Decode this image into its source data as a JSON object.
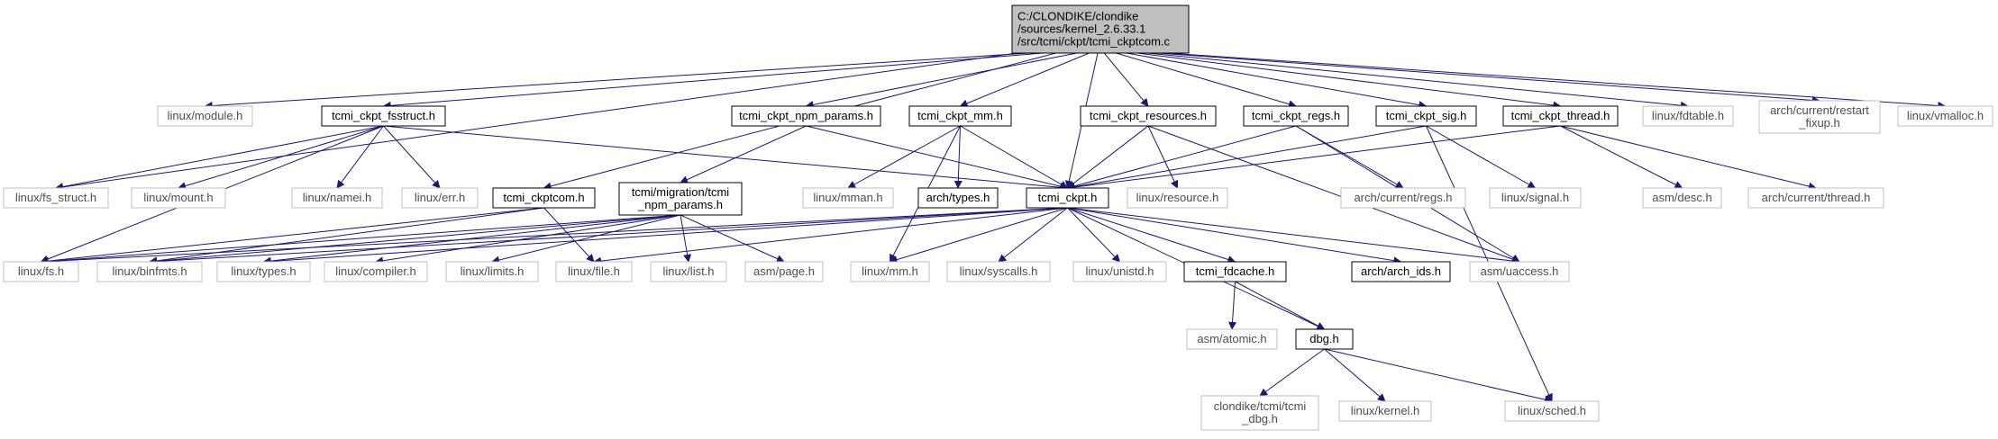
{
  "colors": {
    "edge": "#191970",
    "root_fill": "#bfbfbf",
    "documented_border": "#000000",
    "undocumented_border": "#bfbfbf",
    "text": "#000000",
    "undocumented_text": "#4d4d4d"
  },
  "nodes": [
    {
      "id": "root",
      "lines": [
        "C:/CLONDIKE/clondike",
        "/sources/kernel_2.6.33.1",
        "/src/tcmi/ckpt/tcmi_ckptcom.c"
      ],
      "kind": "root"
    },
    {
      "id": "linux_module",
      "lines": [
        "linux/module.h"
      ],
      "kind": "undocumented"
    },
    {
      "id": "tcmi_ckpt_fsstruct",
      "lines": [
        "tcmi_ckpt_fsstruct.h"
      ],
      "kind": "documented"
    },
    {
      "id": "tcmi_ckpt_npm_params",
      "lines": [
        "tcmi_ckpt_npm_params.h"
      ],
      "kind": "documented"
    },
    {
      "id": "tcmi_ckpt_mm",
      "lines": [
        "tcmi_ckpt_mm.h"
      ],
      "kind": "documented"
    },
    {
      "id": "tcmi_ckpt_resources",
      "lines": [
        "tcmi_ckpt_resources.h"
      ],
      "kind": "documented"
    },
    {
      "id": "tcmi_ckpt_regs",
      "lines": [
        "tcmi_ckpt_regs.h"
      ],
      "kind": "documented"
    },
    {
      "id": "tcmi_ckpt_sig",
      "lines": [
        "tcmi_ckpt_sig.h"
      ],
      "kind": "documented"
    },
    {
      "id": "tcmi_ckpt_thread",
      "lines": [
        "tcmi_ckpt_thread.h"
      ],
      "kind": "documented"
    },
    {
      "id": "linux_fdtable",
      "lines": [
        "linux/fdtable.h"
      ],
      "kind": "undocumented"
    },
    {
      "id": "arch_restart_fixup",
      "lines": [
        "arch/current/restart",
        "_fixup.h"
      ],
      "kind": "undocumented"
    },
    {
      "id": "linux_vmalloc",
      "lines": [
        "linux/vmalloc.h"
      ],
      "kind": "undocumented"
    },
    {
      "id": "linux_fs_struct",
      "lines": [
        "linux/fs_struct.h"
      ],
      "kind": "undocumented"
    },
    {
      "id": "linux_mount",
      "lines": [
        "linux/mount.h"
      ],
      "kind": "undocumented"
    },
    {
      "id": "linux_namei",
      "lines": [
        "linux/namei.h"
      ],
      "kind": "undocumented"
    },
    {
      "id": "linux_err",
      "lines": [
        "linux/err.h"
      ],
      "kind": "undocumented"
    },
    {
      "id": "tcmi_ckptcom_h",
      "lines": [
        "tcmi_ckptcom.h"
      ],
      "kind": "documented"
    },
    {
      "id": "tcmi_migration_npm",
      "lines": [
        "tcmi/migration/tcmi",
        "_npm_params.h"
      ],
      "kind": "documented"
    },
    {
      "id": "linux_mman",
      "lines": [
        "linux/mman.h"
      ],
      "kind": "undocumented"
    },
    {
      "id": "arch_types",
      "lines": [
        "arch/types.h"
      ],
      "kind": "documented"
    },
    {
      "id": "tcmi_ckpt",
      "lines": [
        "tcmi_ckpt.h"
      ],
      "kind": "documented"
    },
    {
      "id": "linux_resource",
      "lines": [
        "linux/resource.h"
      ],
      "kind": "undocumented"
    },
    {
      "id": "arch_regs",
      "lines": [
        "arch/current/regs.h"
      ],
      "kind": "undocumented"
    },
    {
      "id": "linux_signal",
      "lines": [
        "linux/signal.h"
      ],
      "kind": "undocumented"
    },
    {
      "id": "asm_desc",
      "lines": [
        "asm/desc.h"
      ],
      "kind": "undocumented"
    },
    {
      "id": "arch_thread",
      "lines": [
        "arch/current/thread.h"
      ],
      "kind": "undocumented"
    },
    {
      "id": "linux_fs",
      "lines": [
        "linux/fs.h"
      ],
      "kind": "undocumented"
    },
    {
      "id": "linux_binfmts",
      "lines": [
        "linux/binfmts.h"
      ],
      "kind": "undocumented"
    },
    {
      "id": "linux_types",
      "lines": [
        "linux/types.h"
      ],
      "kind": "undocumented"
    },
    {
      "id": "linux_compiler",
      "lines": [
        "linux/compiler.h"
      ],
      "kind": "undocumented"
    },
    {
      "id": "linux_limits",
      "lines": [
        "linux/limits.h"
      ],
      "kind": "undocumented"
    },
    {
      "id": "linux_file",
      "lines": [
        "linux/file.h"
      ],
      "kind": "undocumented"
    },
    {
      "id": "linux_list",
      "lines": [
        "linux/list.h"
      ],
      "kind": "undocumented"
    },
    {
      "id": "asm_page",
      "lines": [
        "asm/page.h"
      ],
      "kind": "undocumented"
    },
    {
      "id": "linux_mm",
      "lines": [
        "linux/mm.h"
      ],
      "kind": "undocumented"
    },
    {
      "id": "linux_syscalls",
      "lines": [
        "linux/syscalls.h"
      ],
      "kind": "undocumented"
    },
    {
      "id": "linux_unistd",
      "lines": [
        "linux/unistd.h"
      ],
      "kind": "undocumented"
    },
    {
      "id": "tcmi_fdcache",
      "lines": [
        "tcmi_fdcache.h"
      ],
      "kind": "documented"
    },
    {
      "id": "arch_ids",
      "lines": [
        "arch/arch_ids.h"
      ],
      "kind": "documented"
    },
    {
      "id": "asm_uaccess",
      "lines": [
        "asm/uaccess.h"
      ],
      "kind": "undocumented"
    },
    {
      "id": "asm_atomic",
      "lines": [
        "asm/atomic.h"
      ],
      "kind": "undocumented"
    },
    {
      "id": "dbg",
      "lines": [
        "dbg.h"
      ],
      "kind": "documented"
    },
    {
      "id": "clondike_dbg",
      "lines": [
        "clondike/tcmi/tcmi",
        "_dbg.h"
      ],
      "kind": "undocumented"
    },
    {
      "id": "linux_kernel",
      "lines": [
        "linux/kernel.h"
      ],
      "kind": "undocumented"
    },
    {
      "id": "linux_sched",
      "lines": [
        "linux/sched.h"
      ],
      "kind": "undocumented"
    }
  ],
  "edges": [
    [
      "root",
      "linux_module"
    ],
    [
      "root",
      "tcmi_ckpt_fsstruct"
    ],
    [
      "root",
      "tcmi_ckpt_npm_params"
    ],
    [
      "root",
      "tcmi_ckpt_mm"
    ],
    [
      "root",
      "tcmi_ckpt_resources"
    ],
    [
      "root",
      "tcmi_ckpt_regs"
    ],
    [
      "root",
      "tcmi_ckpt_sig"
    ],
    [
      "root",
      "tcmi_ckpt_thread"
    ],
    [
      "root",
      "linux_fdtable"
    ],
    [
      "root",
      "arch_restart_fixup"
    ],
    [
      "root",
      "linux_vmalloc"
    ],
    [
      "root",
      "linux_fs_struct"
    ],
    [
      "root",
      "tcmi_ckptcom_h"
    ],
    [
      "root",
      "tcmi_ckpt"
    ],
    [
      "tcmi_ckpt_fsstruct",
      "linux_fs_struct"
    ],
    [
      "tcmi_ckpt_fsstruct",
      "linux_mount"
    ],
    [
      "tcmi_ckpt_fsstruct",
      "linux_namei"
    ],
    [
      "tcmi_ckpt_fsstruct",
      "linux_err"
    ],
    [
      "tcmi_ckpt_fsstruct",
      "linux_fs"
    ],
    [
      "tcmi_ckpt_fsstruct",
      "tcmi_ckpt"
    ],
    [
      "tcmi_ckpt_npm_params",
      "tcmi_migration_npm"
    ],
    [
      "tcmi_ckpt_npm_params",
      "tcmi_ckpt"
    ],
    [
      "tcmi_ckpt_mm",
      "linux_mman"
    ],
    [
      "tcmi_ckpt_mm",
      "arch_types"
    ],
    [
      "tcmi_ckpt_mm",
      "linux_mm"
    ],
    [
      "tcmi_ckpt_mm",
      "tcmi_ckpt"
    ],
    [
      "tcmi_ckpt_resources",
      "linux_resource"
    ],
    [
      "tcmi_ckpt_resources",
      "asm_uaccess"
    ],
    [
      "tcmi_ckpt_resources",
      "tcmi_ckpt"
    ],
    [
      "tcmi_ckpt_regs",
      "arch_regs"
    ],
    [
      "tcmi_ckpt_regs",
      "asm_uaccess"
    ],
    [
      "tcmi_ckpt_regs",
      "tcmi_ckpt"
    ],
    [
      "tcmi_ckpt_sig",
      "linux_signal"
    ],
    [
      "tcmi_ckpt_sig",
      "linux_sched"
    ],
    [
      "tcmi_ckpt_sig",
      "tcmi_ckpt"
    ],
    [
      "tcmi_ckpt_thread",
      "asm_desc"
    ],
    [
      "tcmi_ckpt_thread",
      "arch_thread"
    ],
    [
      "tcmi_ckpt_thread",
      "tcmi_ckpt"
    ],
    [
      "tcmi_ckptcom_h",
      "linux_fs"
    ],
    [
      "tcmi_ckptcom_h",
      "linux_binfmts"
    ],
    [
      "tcmi_ckptcom_h",
      "linux_file"
    ],
    [
      "tcmi_migration_npm",
      "linux_types"
    ],
    [
      "tcmi_migration_npm",
      "linux_compiler"
    ],
    [
      "tcmi_migration_npm",
      "linux_limits"
    ],
    [
      "tcmi_migration_npm",
      "linux_list"
    ],
    [
      "tcmi_migration_npm",
      "asm_page"
    ],
    [
      "tcmi_migration_npm",
      "linux_fs"
    ],
    [
      "tcmi_migration_npm",
      "linux_binfmts"
    ],
    [
      "tcmi_ckpt",
      "linux_fs"
    ],
    [
      "tcmi_ckpt",
      "linux_binfmts"
    ],
    [
      "tcmi_ckpt",
      "linux_types"
    ],
    [
      "tcmi_ckpt",
      "linux_file"
    ],
    [
      "tcmi_ckpt",
      "linux_mm"
    ],
    [
      "tcmi_ckpt",
      "linux_syscalls"
    ],
    [
      "tcmi_ckpt",
      "linux_unistd"
    ],
    [
      "tcmi_ckpt",
      "tcmi_fdcache"
    ],
    [
      "tcmi_ckpt",
      "arch_ids"
    ],
    [
      "tcmi_ckpt",
      "asm_uaccess"
    ],
    [
      "tcmi_ckpt",
      "dbg"
    ],
    [
      "tcmi_fdcache",
      "asm_atomic"
    ],
    [
      "tcmi_fdcache",
      "dbg"
    ],
    [
      "dbg",
      "clondike_dbg"
    ],
    [
      "dbg",
      "linux_kernel"
    ],
    [
      "dbg",
      "linux_sched"
    ]
  ]
}
